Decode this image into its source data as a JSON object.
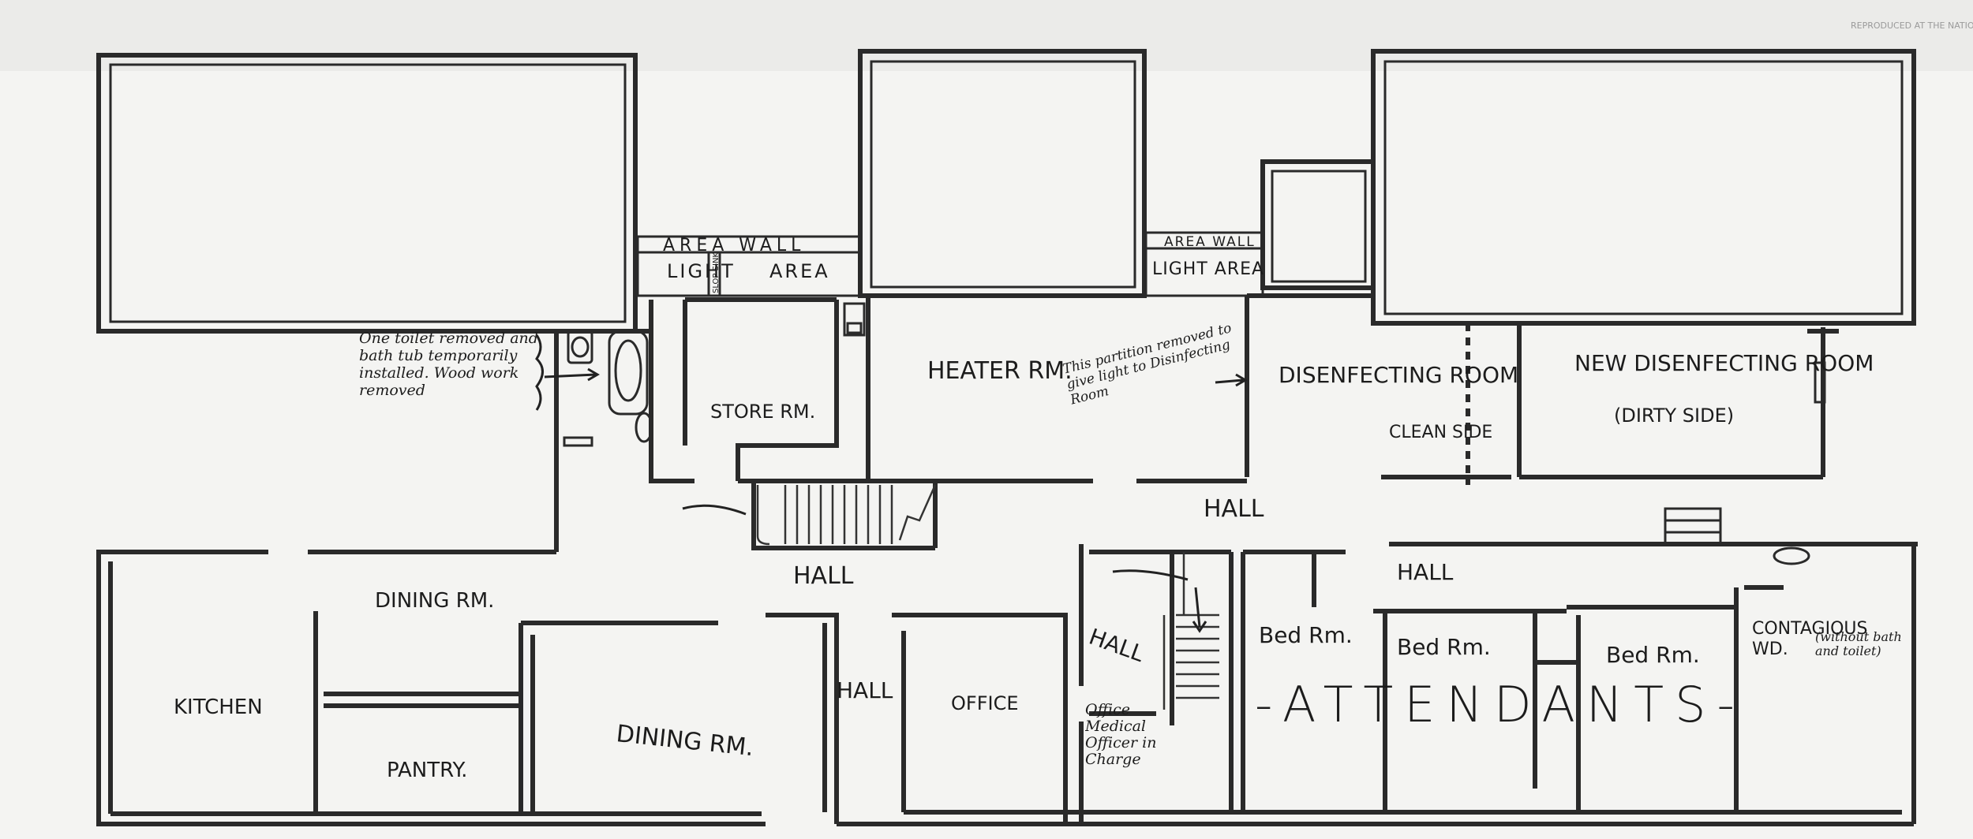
{
  "stamp": "REPRODUCED AT THE NATIONAL ARCHIVES",
  "labels": {
    "area_wall_left": "AREA WALL",
    "light_left": "LIGHT",
    "area_left": "AREA",
    "stairs_tag": "SLOP SINK",
    "area_wall_right": "AREA WALL",
    "light_area_right": "LIGHT AREA",
    "heater_rm": "HEATER RM.",
    "store_rm": "STORE RM.",
    "disinfecting_room": "DISENFECTING ROOM",
    "clean_side": "CLEAN SIDE",
    "new_disinfecting_room": "NEW DISENFECTING ROOM",
    "dirty_side": "(DIRTY SIDE)",
    "hall_upper": "HALL",
    "hall_left": "HALL",
    "hall_right": "HALL",
    "hall_vertical_1": "HALL",
    "hall_vertical_2": "HALL",
    "dining_rm_1": "DINING RM.",
    "dining_rm_2": "DINING RM.",
    "kitchen": "KITCHEN",
    "pantry": "PANTRY.",
    "office": "OFFICE",
    "office_medical": "Office Medical Officer in Charge",
    "bed_rm_1": "Bed Rm.",
    "bed_rm_2": "Bed Rm.",
    "bed_rm_3": "Bed Rm.",
    "contagious_wd": "CONTAGIOUS WD.",
    "contagious_note": "(without bath and toilet)",
    "attendants": "-ATTENDANTS-"
  },
  "notes": {
    "toilet_note": "One toilet removed and bath tub temporarily installed. Wood work removed",
    "partition_note": "This partition removed to give light to Disinfecting Room"
  }
}
